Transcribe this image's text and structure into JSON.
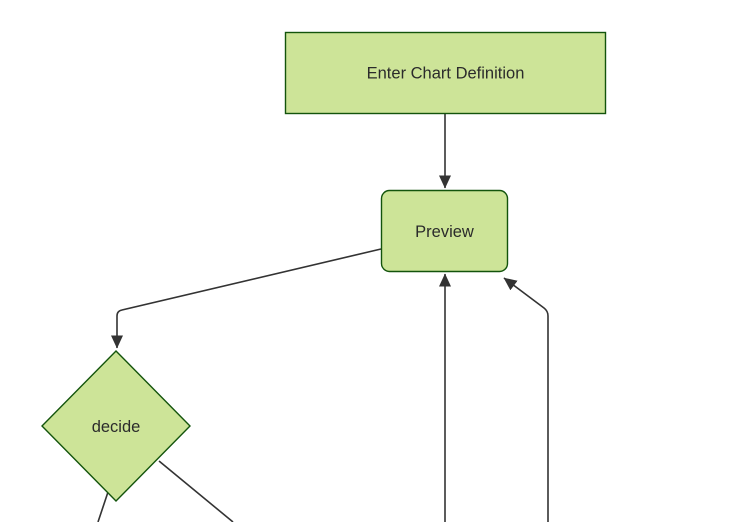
{
  "diagram": {
    "type": "flowchart",
    "direction": "top-down",
    "background": "#ffffff",
    "colors": {
      "node_fill": "#cde498",
      "node_border": "#13540c",
      "edge": "#333333",
      "arrowhead": "#333333",
      "label": "#2b2b2b"
    },
    "nodes": [
      {
        "id": "enter-chart-definition",
        "label": "Enter Chart Definition",
        "shape": "rectangle"
      },
      {
        "id": "preview",
        "label": "Preview",
        "shape": "rounded-rectangle"
      },
      {
        "id": "decide",
        "label": "decide",
        "shape": "diamond"
      }
    ],
    "edges": [
      {
        "from": "enter-chart-definition",
        "to": "preview",
        "arrowhead": true
      },
      {
        "from": "preview",
        "to": "decide",
        "arrowhead": true
      },
      {
        "from": "offscreen-bottom",
        "to": "preview",
        "arrowhead": true
      },
      {
        "from": "offscreen-bottom",
        "to": "preview-bottom-right-corner",
        "arrowhead": true
      },
      {
        "from": "decide",
        "to": "offscreen-bottom-left",
        "arrowhead": false
      },
      {
        "from": "decide",
        "to": "offscreen-bottom-right",
        "arrowhead": false
      }
    ]
  }
}
